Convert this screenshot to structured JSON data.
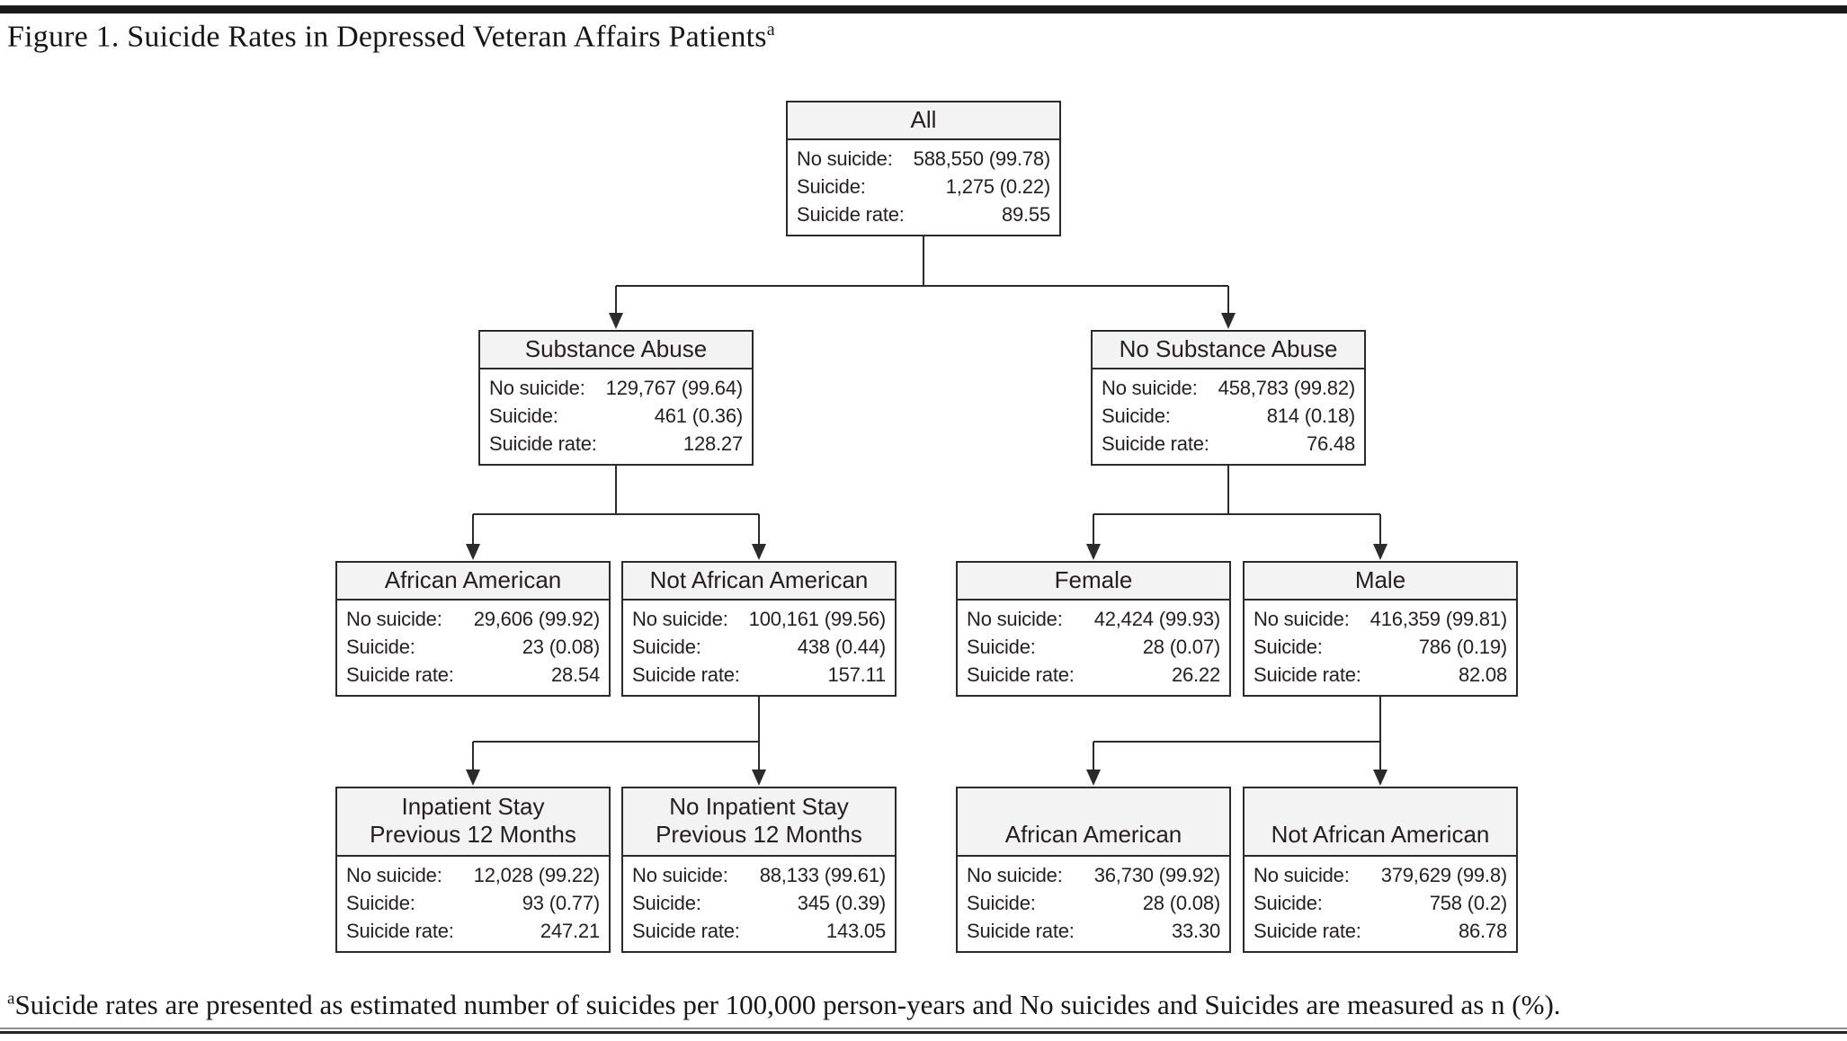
{
  "figure": {
    "title": "Figure 1. Suicide Rates in Depressed Veteran Affairs Patients",
    "title_superscript": "a",
    "footnote_superscript": "a",
    "footnote": "Suicide rates are presented as estimated number of suicides per 100,000 person-years and No suicides and Suicides are measured as n (%)."
  },
  "labels": {
    "no_suicide": "No suicide:",
    "suicide": "Suicide:",
    "suicide_rate": "Suicide rate:"
  },
  "colors": {
    "border": "#2b2b2b",
    "header_fill": "#f3f3f3",
    "top_bar": "#1a1a1a",
    "text": "#231f20"
  },
  "nodes": [
    {
      "title": "All",
      "no_suicide": "588,550 (99.78)",
      "suicide": "1,275 (0.22)",
      "rate": "89.55"
    },
    {
      "title": "Substance Abuse",
      "no_suicide": "129,767 (99.64)",
      "suicide": "461 (0.36)",
      "rate": "128.27"
    },
    {
      "title": "No Substance Abuse",
      "no_suicide": "458,783 (99.82)",
      "suicide": "814 (0.18)",
      "rate": "76.48"
    },
    {
      "title": "African American",
      "no_suicide": "29,606 (99.92)",
      "suicide": "23 (0.08)",
      "rate": "28.54"
    },
    {
      "title": "Not African American",
      "no_suicide": "100,161 (99.56)",
      "suicide": "438 (0.44)",
      "rate": "157.11"
    },
    {
      "title": "Female",
      "no_suicide": "42,424 (99.93)",
      "suicide": "28 (0.07)",
      "rate": "26.22"
    },
    {
      "title": "Male",
      "no_suicide": "416,359 (99.81)",
      "suicide": "786 (0.19)",
      "rate": "82.08"
    },
    {
      "title": "Inpatient Stay\nPrevious 12 Months",
      "no_suicide": "12,028 (99.22)",
      "suicide": "93 (0.77)",
      "rate": "247.21"
    },
    {
      "title": "No Inpatient Stay\nPrevious 12 Months",
      "no_suicide": "88,133 (99.61)",
      "suicide": "345 (0.39)",
      "rate": "143.05"
    },
    {
      "title": "African American",
      "no_suicide": "36,730 (99.92)",
      "suicide": "28 (0.08)",
      "rate": "33.30"
    },
    {
      "title": "Not African American",
      "no_suicide": "379,629 (99.8)",
      "suicide": "758 (0.2)",
      "rate": "86.78"
    }
  ]
}
